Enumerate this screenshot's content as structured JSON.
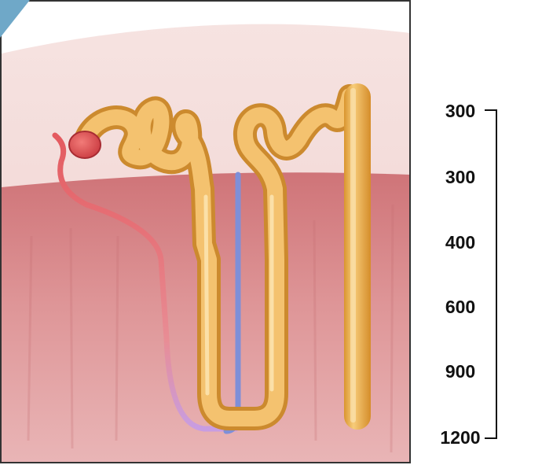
{
  "scale": {
    "labels": [
      "300",
      "300",
      "400",
      "600",
      "900",
      "1200"
    ]
  },
  "colors": {
    "cortex": "#f2d6d4",
    "medulla": "#d98a8c",
    "tubule": "#eeb45a",
    "arteriole": "#e2585e",
    "vasa_recta": "#7e8fd8",
    "capillary_lower": "#c79be0"
  },
  "structures": {
    "glomerulus": "glomerulus",
    "proximal_tubule": "proximal-convoluted-tubule",
    "loop_of_henle": "loop-of-henle",
    "distal_tubule": "distal-convoluted-tubule",
    "collecting_duct": "collecting-duct",
    "efferent_arteriole": "efferent-arteriole",
    "vasa_recta": "vasa-recta"
  }
}
